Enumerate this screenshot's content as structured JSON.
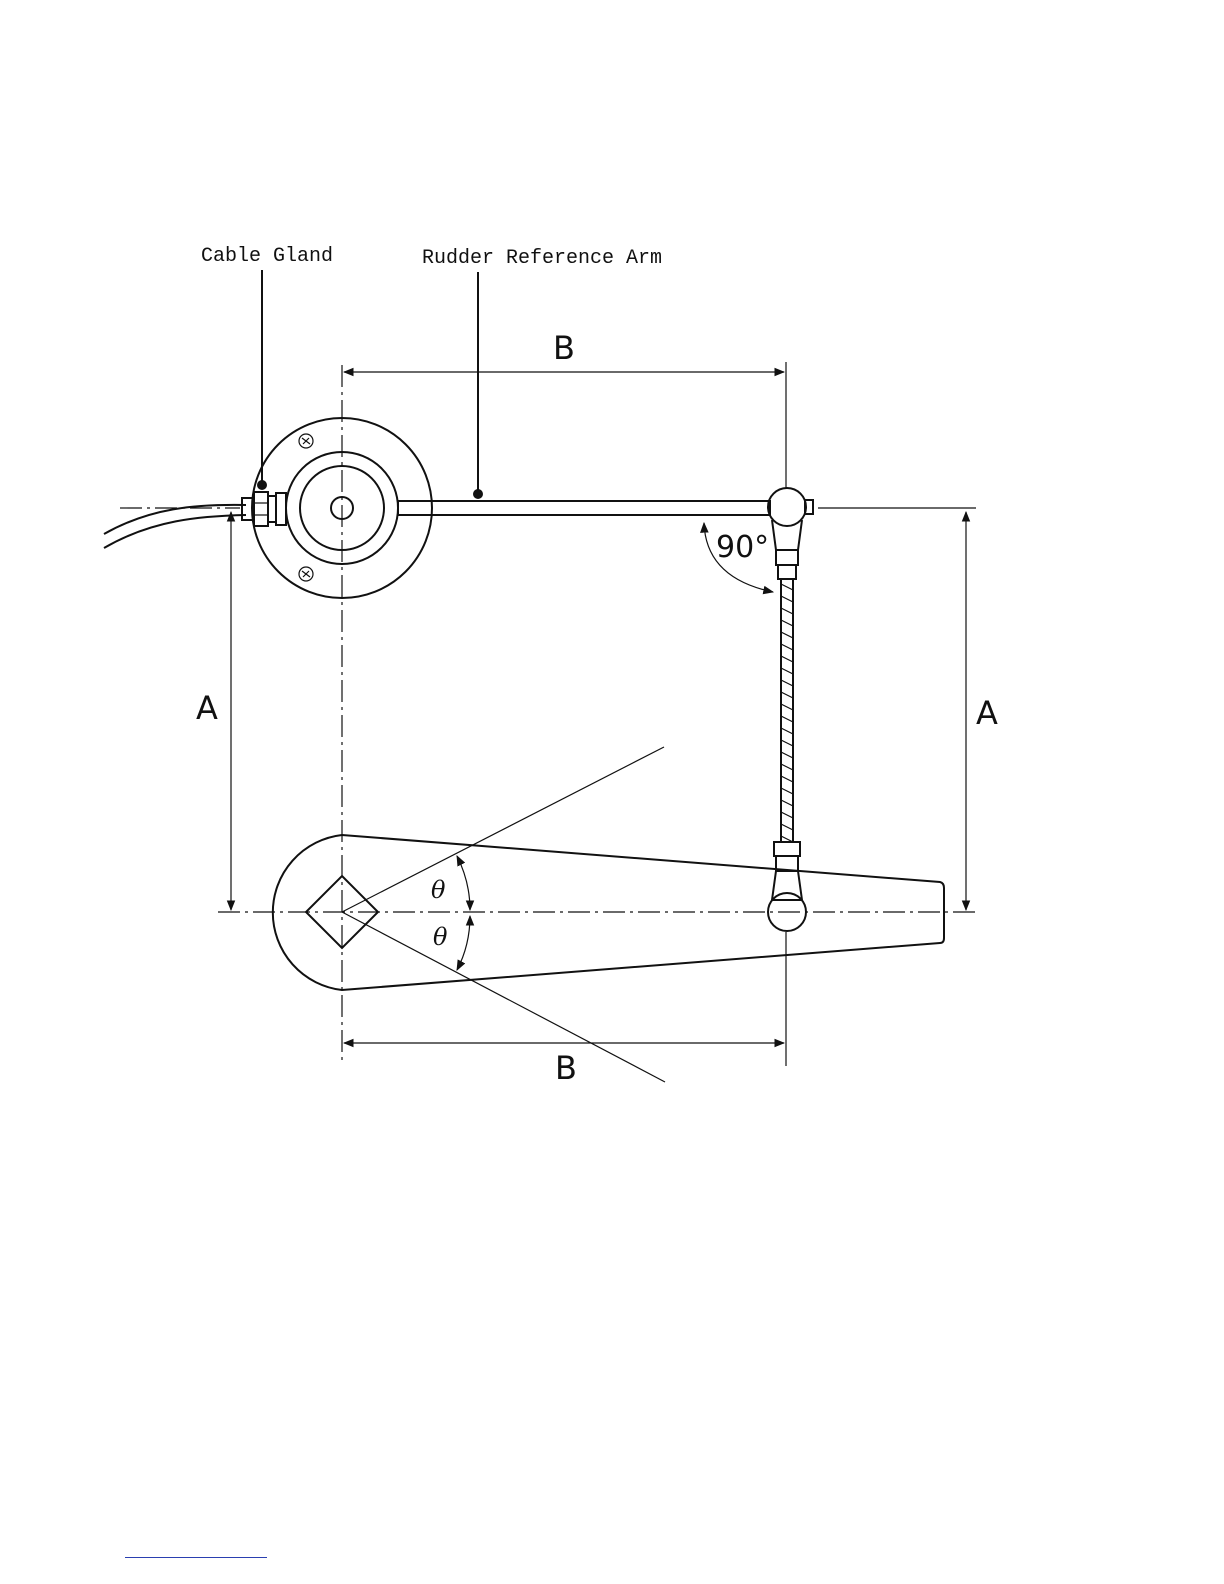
{
  "labels": {
    "cable_gland": "Cable Gland",
    "rudder_reference_arm": "Rudder Reference Arm",
    "dim_a_left": "A",
    "dim_a_right": "A",
    "dim_b_top": "B",
    "dim_b_bottom": "B",
    "angle_theta_upper": "θ",
    "angle_theta_lower": "θ",
    "right_angle": "90°"
  },
  "colors": {
    "line": "#111111",
    "footer_rule": "#2a3fb0"
  }
}
